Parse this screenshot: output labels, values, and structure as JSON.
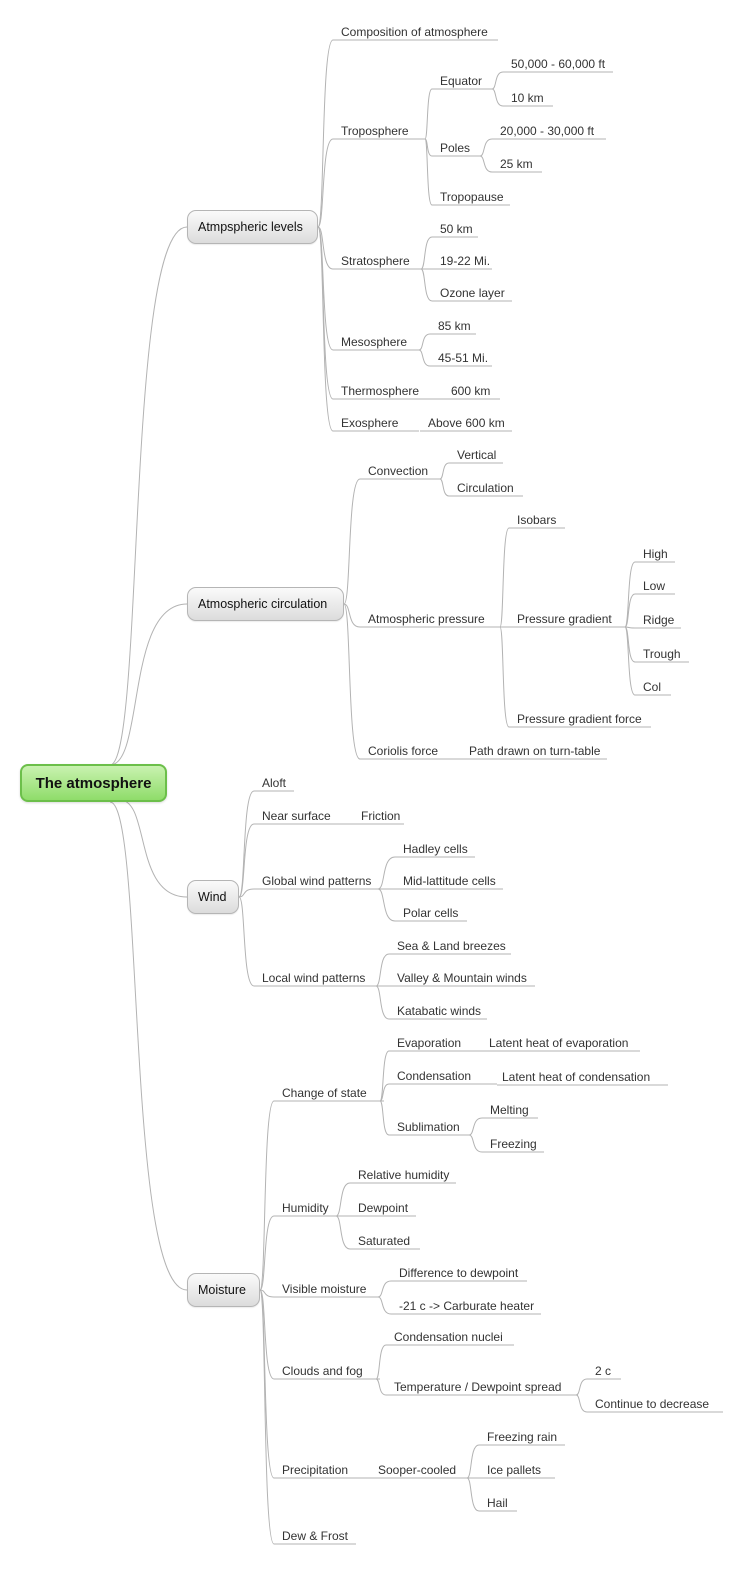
{
  "root": "The atmosphere",
  "branches": {
    "levels": {
      "label": "Atmpspheric levels",
      "composition": "Composition of atmosphere",
      "troposphere": "Troposphere",
      "equator": "Equator",
      "equator_ft": "50,000 - 60,000 ft",
      "equator_km": "10 km",
      "poles": "Poles",
      "poles_ft": "20,000 - 30,000 ft",
      "poles_km": "25 km",
      "tropopause": "Tropopause",
      "stratosphere": "Stratosphere",
      "strat_km": "50 km",
      "strat_mi": "19-22 Mi.",
      "ozone": "Ozone layer",
      "mesosphere": "Mesosphere",
      "meso_km": "85 km",
      "meso_mi": "45-51 Mi.",
      "thermosphere": "Thermosphere",
      "thermo_km": "600 km",
      "exosphere": "Exosphere",
      "exo_km": "Above 600 km"
    },
    "circulation": {
      "label": "Atmospheric circulation",
      "convection": "Convection",
      "vertical": "Vertical",
      "circ": "Circulation",
      "pressure": "Atmospheric pressure",
      "isobars": "Isobars",
      "gradient": "Pressure gradient",
      "high": "High",
      "low": "Low",
      "ridge": "Ridge",
      "trough": "Trough",
      "col": "Col",
      "gradient_force": "Pressure gradient force",
      "coriolis": "Coriolis force",
      "turntable": "Path drawn on turn-table"
    },
    "wind": {
      "label": "Wind",
      "aloft": "Aloft",
      "near_surface": "Near surface",
      "friction": "Friction",
      "global": "Global wind patterns",
      "hadley": "Hadley cells",
      "midlat": "Mid-lattitude cells",
      "polar": "Polar cells",
      "local": "Local wind patterns",
      "sea_land": "Sea & Land breezes",
      "valley": "Valley & Mountain winds",
      "katabatic": "Katabatic winds"
    },
    "moisture": {
      "label": "Moisture",
      "change": "Change of state",
      "evaporation": "Evaporation",
      "latent_evap": "Latent heat of evaporation",
      "condensation": "Condensation",
      "latent_cond": "Latent heat of condensation",
      "sublimation": "Sublimation",
      "melting": "Melting",
      "freezing": "Freezing",
      "humidity": "Humidity",
      "relative": "Relative humidity",
      "dewpoint": "Dewpoint",
      "saturated": "Saturated",
      "visible": "Visible moisture",
      "diff_dew": "Difference to dewpoint",
      "carb": "-21 c -> Carburate heater",
      "clouds": "Clouds and fog",
      "nuclei": "Condensation nuclei",
      "spread": "Temperature / Dewpoint spread",
      "two_c": "2 c",
      "continue": "Continue to decrease",
      "precip": "Precipitation",
      "sooper": "Sooper-cooled",
      "frz_rain": "Freezing rain",
      "ice": "Ice pallets",
      "hail": "Hail",
      "dew_frost": "Dew & Frost"
    }
  },
  "colors": {
    "line": "#b3b3b3",
    "root_border": "#6cbf4a",
    "root_fill": "#9de27a"
  }
}
